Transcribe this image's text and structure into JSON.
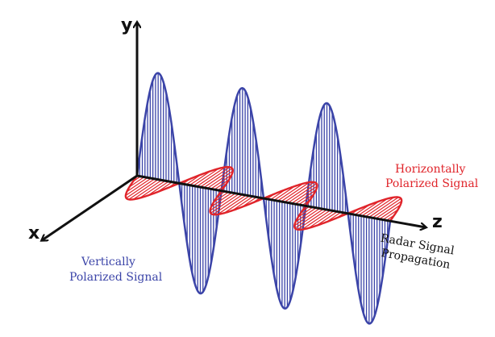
{
  "axes": {
    "y_label": "y",
    "x_label": "x",
    "z_label": "z"
  },
  "labels": {
    "horizontal": [
      "Horizontally",
      "Polarized Signal"
    ],
    "vertical": [
      "Vertically",
      "Polarized Signal"
    ],
    "propagation": [
      "Radar Signal",
      "Propagation"
    ]
  },
  "colors": {
    "axis": "#111111",
    "vertical_wave": "#3b44a8",
    "horizontal_wave": "#e0252b",
    "vertical_label": "#3b44a8",
    "horizontal_label": "#e0252b",
    "propagation_label": "#111111"
  }
}
